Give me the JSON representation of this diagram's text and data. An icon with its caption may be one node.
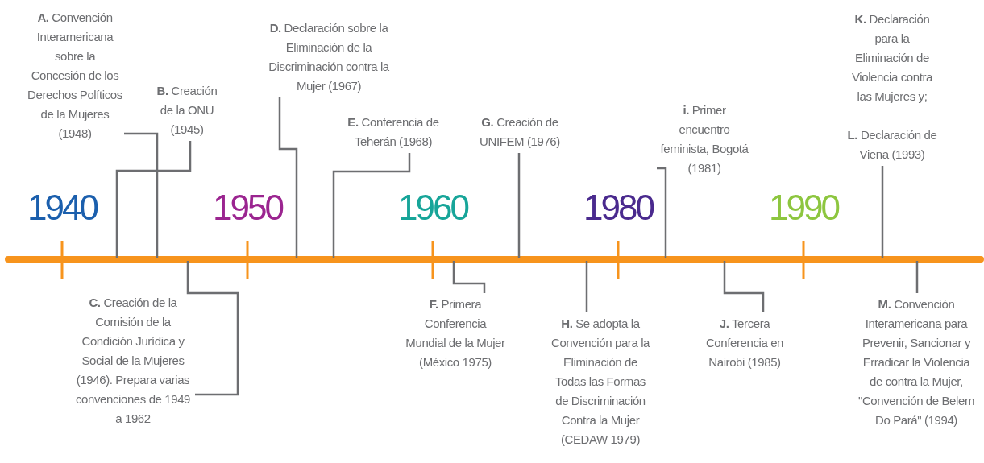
{
  "diagram": {
    "nodes": [
      {
        "text": [
          "**A.** Convención Interamericana sobre la Concesión de los Derechos Políticos de la Mujeres (1948)"
        ]
      },
      {
        "text": [
          "**B.** Creación de la ONU (1945)"
        ]
      },
      {
        "text": [
          "**C.** Creación de la Comisión de la Condición Jurídica y Social de la Mujeres (1946). Prepara varias convenciones de 1949 a 1962"
        ]
      },
      {
        "text": [
          "**D.** Declaración sobre la Eliminación de la Discriminación contra la Mujer (1967)"
        ]
      },
      {
        "text": [
          "**E.** Conferencia de Teherán (1968)"
        ]
      },
      {
        "text": [
          "**G.** Creación de UNIFEM (1976)"
        ]
      },
      {
        "text": [
          "**F.** Primera Conferencia Mundial de la Mujer (México 1975)"
        ]
      },
      {
        "text": [
          "**H.** Se adopta la Convención para la Eliminación de Todas las Formas de Discriminación Contra la Mujer (CEDAW 1979)"
        ]
      },
      {
        "text": [
          "**i.** Primer encuentro feminista, Bogotá (1981)"
        ]
      },
      {
        "text": [
          "**J.** Tercera Conferencia en Nairobi (1985)"
        ]
      },
      {
        "text": [
          "**K.** Declaración para la Eliminación de Violencia contra las Mujeres y;",
          "**L.** Declaración de Viena (1993)"
        ]
      },
      {
        "text": [
          "**M.** Convención Interamericana para Prevenir, Sancionar y Erradicar la Violencia de contra la Mujer, \"Convención de Belem Do Pará\" (1994)"
        ]
      }
    ],
    "edges": [
      {
        "from": 0,
        "to": null,
        "arrow": "none"
      },
      {
        "from": 1,
        "to": null,
        "arrow": "none"
      },
      {
        "from": 2,
        "to": null,
        "arrow": "none"
      },
      {
        "from": 3,
        "to": null,
        "arrow": "none"
      },
      {
        "from": 4,
        "to": null,
        "arrow": "none"
      },
      {
        "from": 5,
        "to": null,
        "arrow": "none"
      },
      {
        "from": 6,
        "to": null,
        "arrow": "none"
      },
      {
        "from": 7,
        "to": null,
        "arrow": "none"
      },
      {
        "from": 8,
        "to": null,
        "arrow": "none"
      },
      {
        "from": 9,
        "to": null,
        "arrow": "none"
      },
      {
        "from": 10,
        "to": null,
        "arrow": "none"
      },
      {
        "from": 11,
        "to": null,
        "arrow": "none"
      }
    ],
    "labels": [
      "1940",
      "1950",
      "1960",
      "1980",
      "1990"
    ]
  }
}
